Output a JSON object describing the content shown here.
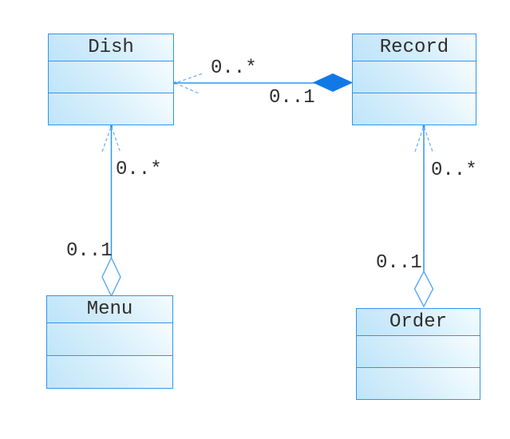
{
  "diagram": {
    "title": "uml-class-diagram",
    "classes": [
      {
        "name": "Dish",
        "compartments": [
          "",
          ""
        ]
      },
      {
        "name": "Record",
        "compartments": [
          "",
          ""
        ]
      },
      {
        "name": "Menu",
        "compartments": [
          "",
          ""
        ]
      },
      {
        "name": "Order",
        "compartments": [
          "",
          ""
        ]
      }
    ],
    "relationships": [
      {
        "source": "Record",
        "target": "Dish",
        "type": "composition",
        "source_multiplicity": "0..1",
        "target_multiplicity": "0..*"
      },
      {
        "source": "Menu",
        "target": "Dish",
        "type": "aggregation",
        "source_multiplicity": "0..1",
        "target_multiplicity": "0..*"
      },
      {
        "source": "Order",
        "target": "Record",
        "type": "aggregation",
        "source_multiplicity": "0..1",
        "target_multiplicity": "0..*"
      }
    ],
    "colors": {
      "box_border": "#2e96f0",
      "box_fill_light": "#f7fdff",
      "box_fill_dark": "#bee4f9",
      "connector_line": "#2f97f1",
      "connector_light": "#6fb3f3",
      "composition_diamond_fill": "#1179e6",
      "aggregation_diamond_fill": "#fdfeff",
      "text": "#2e2e2e",
      "background": "#ffffff"
    }
  }
}
